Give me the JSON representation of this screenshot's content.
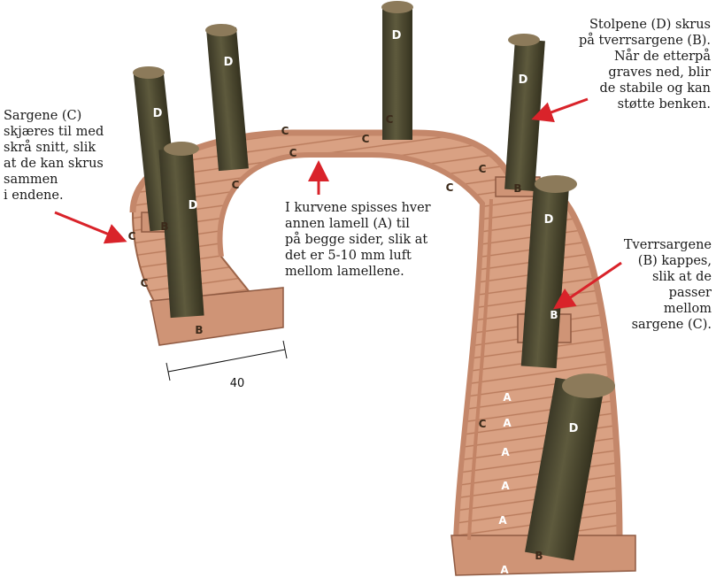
{
  "colors": {
    "wood": "#d9a183",
    "wood_dark": "#b97b5c",
    "wood_shadow": "#8f5a42",
    "post": "#4f4a33",
    "post_top": "#8c7a5a",
    "arrow": "#d9232a",
    "text": "#1a1a1a"
  },
  "annotations": {
    "top_right": "Stolpene (D) skrus\npå tverrsargene (B).\nNår de etterpå\ngraves ned, blir\nde stabile og kan\nstøtte benken.",
    "left": "Sargene (C)\nskjæres til med\nskrå snitt, slik\nat de kan skrus\nsammen\ni endene.",
    "center": "I kurvene spisses hver\nannen lamell (A) til\npå begge sider, slik at\ndet er 5-10 mm luft\nmellom lamellene.",
    "right": "Tverrsargene\n(B) kappes,\nslik at de\npasser\nmellom\nsargene (C)."
  },
  "dimension": "40",
  "part_labels": {
    "A": "A",
    "B": "B",
    "C": "C",
    "D": "D"
  }
}
